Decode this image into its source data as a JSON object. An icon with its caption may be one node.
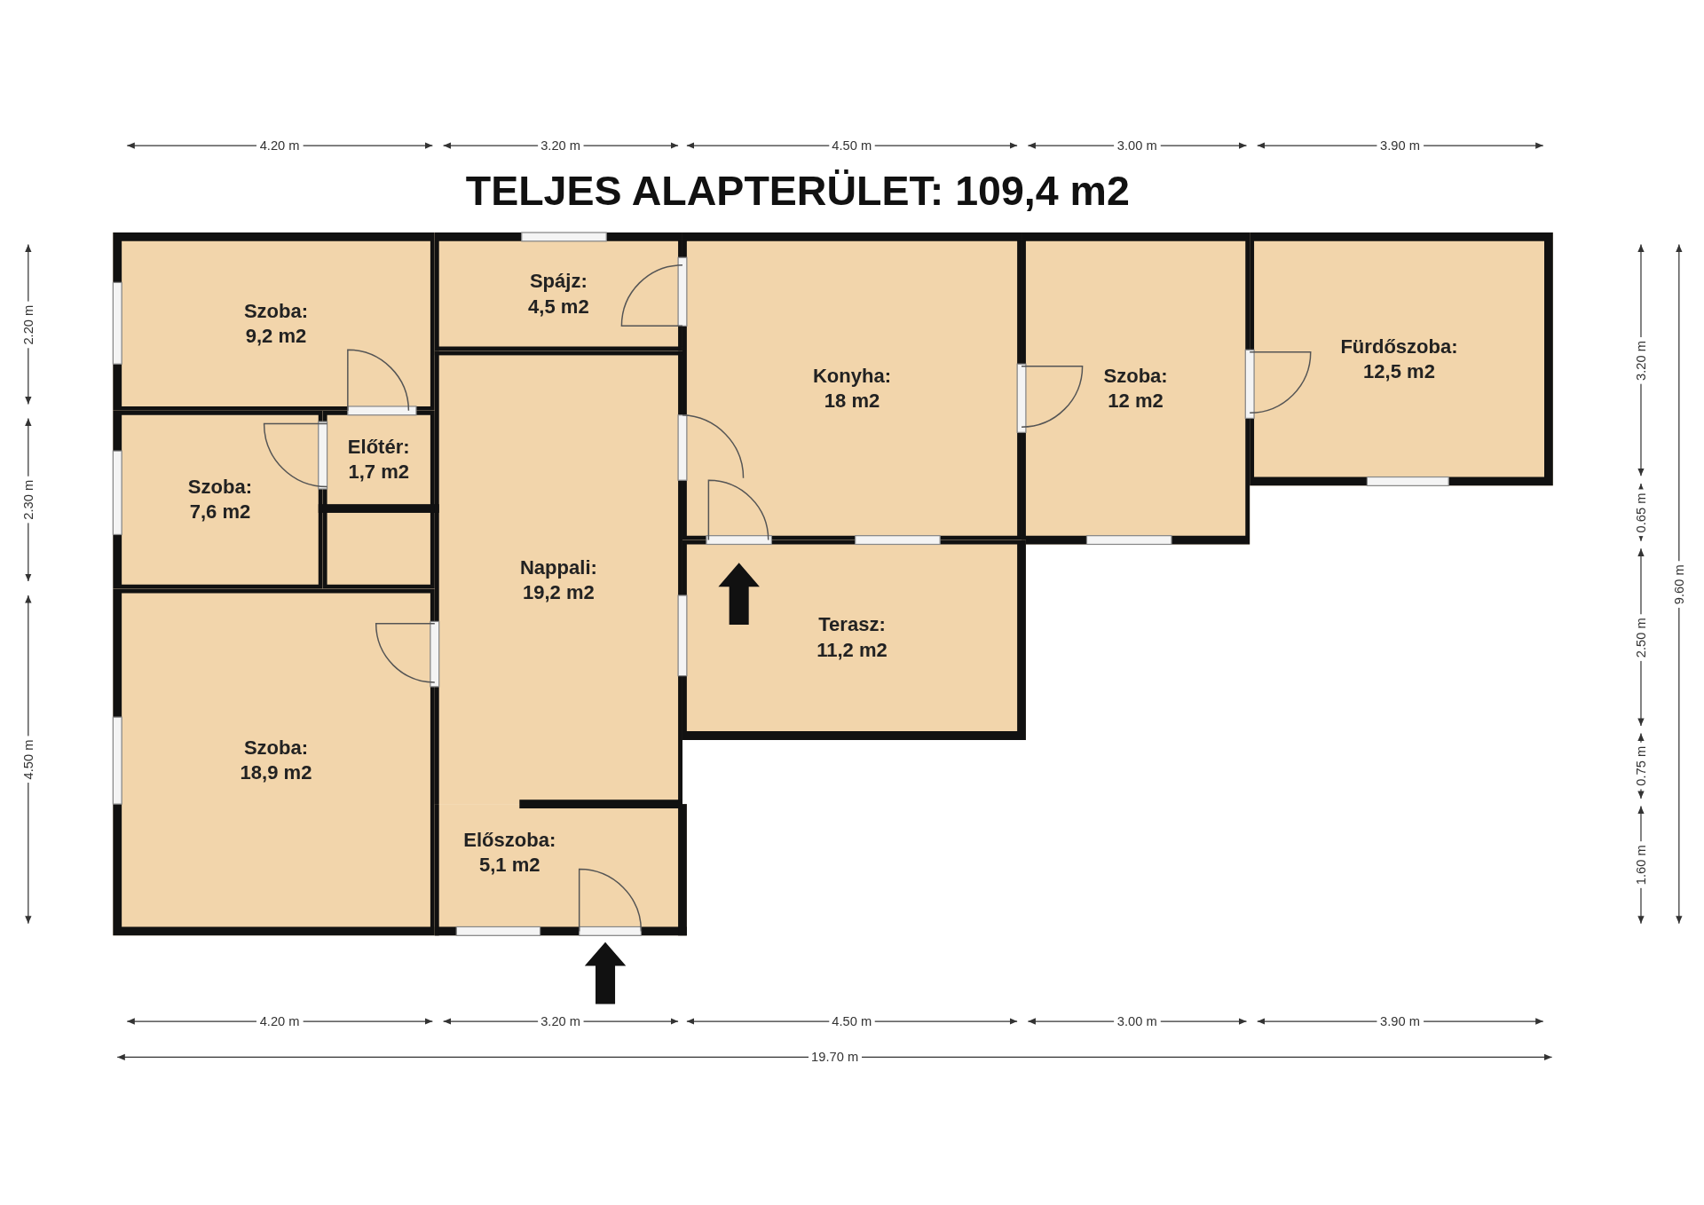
{
  "diagram": {
    "title": "TELJES ALAPTERÜLET: 109,4 m2",
    "nodes": [
      {
        "text": [
          "Szoba:",
          "9,2 m2"
        ]
      },
      {
        "text": [
          "Spájz:",
          "4,5 m2"
        ]
      },
      {
        "text": [
          "Konyha:",
          "18 m2"
        ]
      },
      {
        "text": [
          "Szoba:",
          "12 m2"
        ]
      },
      {
        "text": [
          "Fürdőszoba:",
          "12,5 m2"
        ]
      },
      {
        "text": [
          "Szoba:",
          "7,6 m2"
        ]
      },
      {
        "text": [
          "Nappali:",
          "19,2 m2"
        ]
      },
      {
        "text": [
          "Előtér:",
          "1,7 m2"
        ]
      },
      {
        "text": [
          "Terasz:",
          "11,2 m2"
        ]
      },
      {
        "text": [
          "Szoba:",
          "18,9 m2"
        ]
      },
      {
        "text": [
          "Előszoba:",
          "5,1 m2"
        ]
      }
    ],
    "edges": [],
    "labels": [
      "4.20 m",
      "3.20 m",
      "4.50 m",
      "3.00 m",
      "3.90 m",
      "2.20 m",
      "2.30 m",
      "4.50 m",
      "3.20 m",
      "0.65 m",
      "2.50 m",
      "0.75 m",
      "1.60 m",
      "9.60 m",
      "4.20 m",
      "3.20 m",
      "4.50 m",
      "3.00 m",
      "3.90 m",
      "19.70 m"
    ]
  }
}
